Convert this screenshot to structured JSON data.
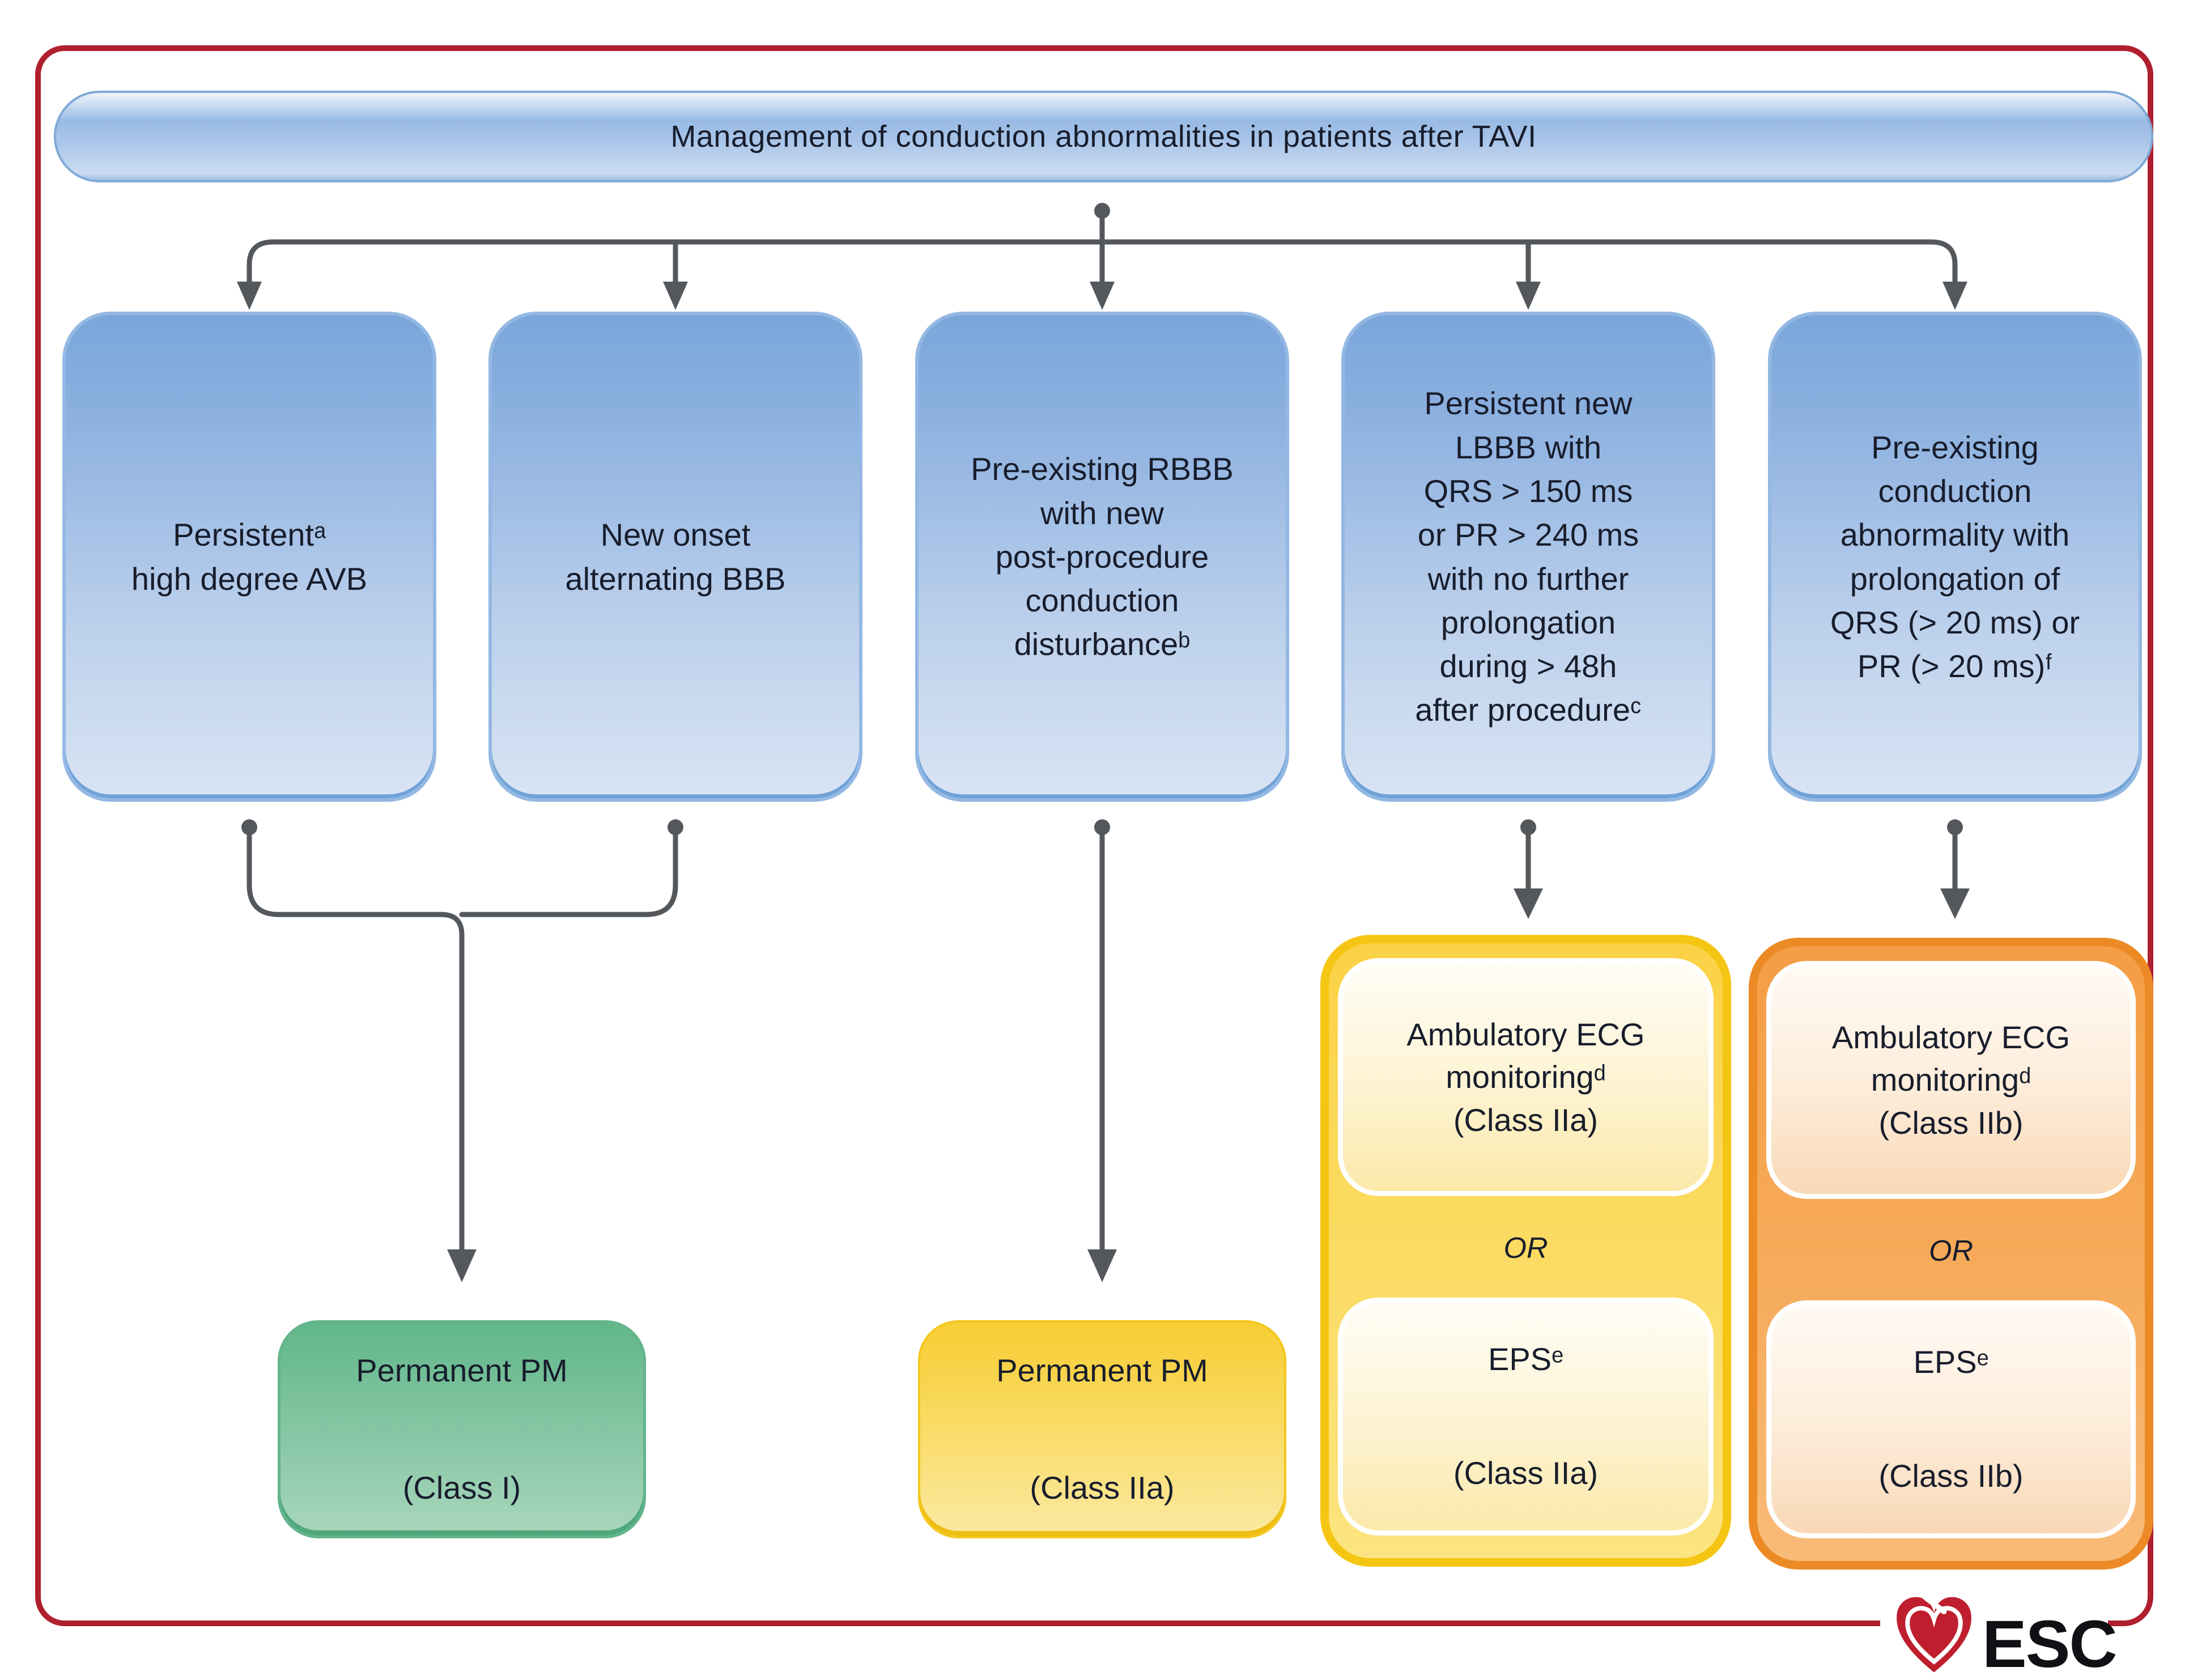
{
  "title": "Management of conduction abnormalities in patients after TAVI",
  "condition_boxes": [
    {
      "id": "persistent-avb",
      "text": "Persistentᵃ\nhigh degree AVB"
    },
    {
      "id": "alternating-bbb",
      "text": "New onset\nalternating BBB"
    },
    {
      "id": "rbbb-new-disturbance",
      "text": "Pre-existing RBBB\nwith new\npost-procedure\nconduction\ndisturbanceᵇ"
    },
    {
      "id": "lbbb-qrs-pr",
      "text": "Persistent new\nLBBB with\nQRS > 150 ms\nor PR > 240 ms\nwith no further\nprolongation\nduring > 48h\nafter procedureᶜ"
    },
    {
      "id": "pre-existing-prolongation",
      "text": "Pre-existing\nconduction\nabnormality with\nprolongation of\nQRS (> 20 ms) or\nPR (> 20 ms)ᶠ"
    }
  ],
  "outcomes": {
    "permanent_pm_class_i": {
      "text": "Permanent PM\n\n(Class I)"
    },
    "permanent_pm_class_iia": {
      "text": "Permanent PM\n\n(Class IIa)"
    },
    "group_class_iia": {
      "ecg": "Ambulatory ECG\nmonitoringᵈ\n(Class IIa)",
      "or": "OR",
      "eps": "EPSᵉ\n\n(Class IIa)"
    },
    "group_class_iib": {
      "ecg": "Ambulatory ECG\nmonitoringᵈ\n(Class IIb)",
      "or": "OR",
      "eps": "EPSᵉ\n\n(Class IIb)"
    }
  },
  "logo": {
    "text": "ESC"
  },
  "colors": {
    "frame_red": "#b01f2e",
    "class_iia_yellow": "#f5c513",
    "class_iib_orange": "#ec8a26",
    "arrow_gray": "#54585c",
    "text_dark": "#181d2c",
    "esc_red": "#bf1e2e"
  }
}
